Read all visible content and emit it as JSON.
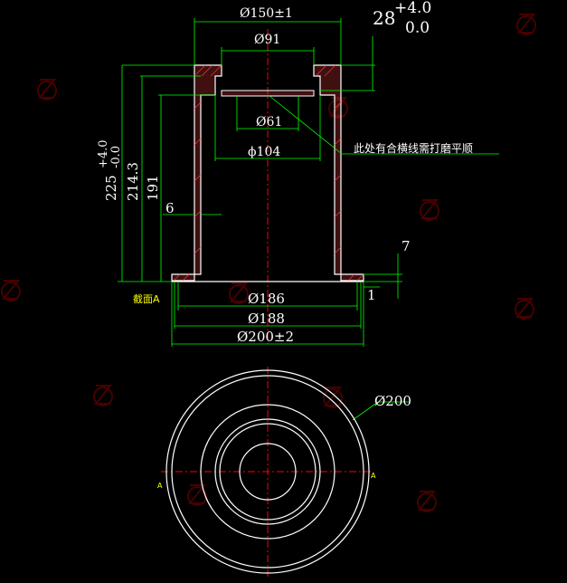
{
  "dimensions": {
    "d150": "Ø150±1",
    "d91": "Ø91",
    "d61": "Ø61",
    "d104": "ϕ104",
    "d186": "Ø186",
    "d188": "Ø188",
    "d200tol": "Ø200±2",
    "d200": "Ø200",
    "h28": "28",
    "h28_upper": "+4.0",
    "h28_lower": "0.0",
    "h225": "225",
    "h225_upper": "+4.0",
    "h225_lower": "-0.0",
    "h214": "214.3",
    "h191": "191",
    "w6": "6",
    "h7": "7",
    "h1": "1"
  },
  "notes": {
    "polish_note": "此处有合横线需打磨平顺",
    "section_label": "截面A"
  },
  "section_marks": {
    "left": "A",
    "right": "A"
  },
  "colors": {
    "background": "#000000",
    "outline": "#ffffff",
    "hatch": "#ff4040",
    "centerline": "#ff0000",
    "dimension": "#00ff00",
    "label": "#ffff00"
  }
}
